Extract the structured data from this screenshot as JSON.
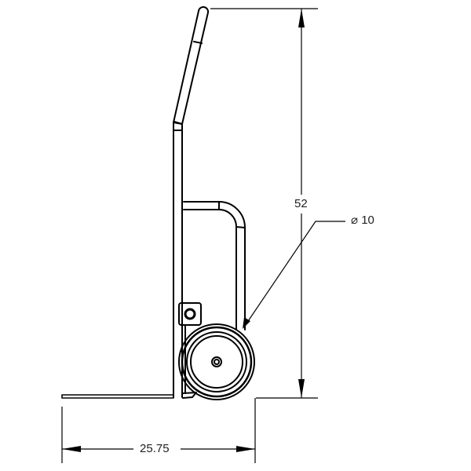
{
  "drawing": {
    "subject": "hand truck side view",
    "dimensions": {
      "height": "52",
      "width": "25.75",
      "wheel_diameter": "⌀ 10"
    }
  },
  "colors": {
    "line": "#000000",
    "background": "#ffffff"
  }
}
